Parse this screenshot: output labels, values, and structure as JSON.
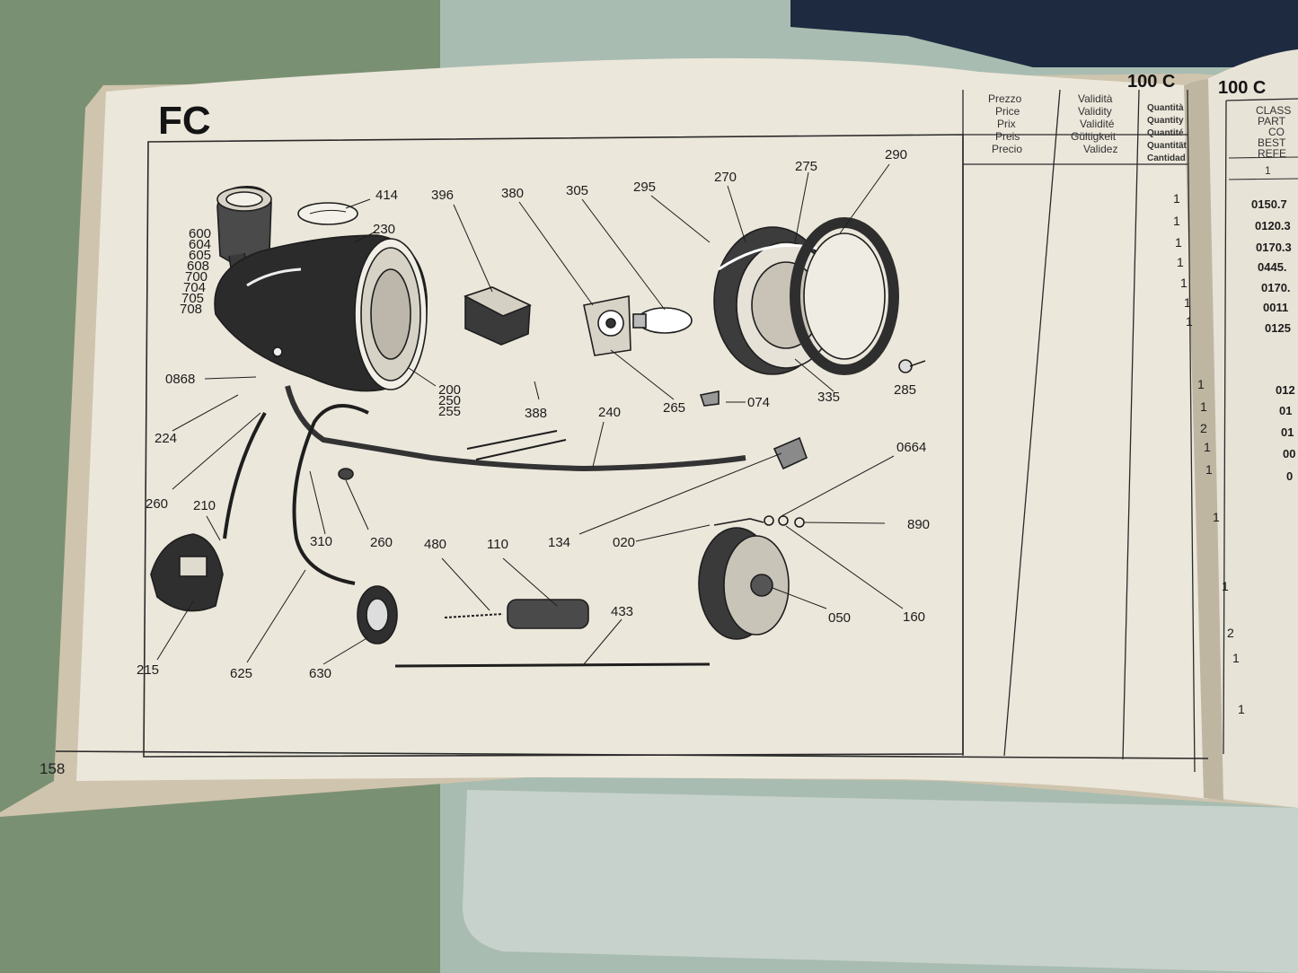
{
  "page": {
    "section_code": "FC",
    "model_left": "100 C",
    "model_right": "100 C",
    "page_number": "158"
  },
  "price_header": [
    "Prezzo",
    "Price",
    "Prix",
    "Preis",
    "Precio"
  ],
  "validity_header": [
    "Validità",
    "Validity",
    "Validité",
    "Gültigkeit",
    "Validez"
  ],
  "quantity_header": [
    "Quantità",
    "Quantity",
    "Quantité",
    "Quantität",
    "Cantidad"
  ],
  "class_header": [
    "CLASS",
    "PART",
    "CO",
    "BEST",
    "REFE"
  ],
  "class_col_number": "1",
  "quantities": [
    "1",
    "1",
    "1",
    "1",
    "1",
    "1",
    "1",
    "1",
    "1",
    "2",
    "1",
    "1",
    "1",
    "1",
    "2",
    "1",
    "1"
  ],
  "part_refs": [
    "0150.7",
    "0120.3",
    "0170.3",
    "0445.",
    "0170.",
    "0011",
    "0125",
    "012",
    "01",
    "01",
    "00",
    "0"
  ],
  "diagram_labels": {
    "l600": "600",
    "l604": "604",
    "l605": "605",
    "l608": "608",
    "l700": "700",
    "l704": "704",
    "l705": "705",
    "l708": "708",
    "l414": "414",
    "l230": "230",
    "l396": "396",
    "l380": "380",
    "l305": "305",
    "l295": "295",
    "l270": "270",
    "l275": "275",
    "l290": "290",
    "l0868": "0868",
    "l200": "200",
    "l250": "250",
    "l255": "255",
    "l388": "388",
    "l265": "265",
    "l074": "074",
    "l335": "335",
    "l285": "285",
    "l224": "224",
    "l240": "240",
    "l0664": "0664",
    "l260a": "260",
    "l210": "210",
    "l310": "310",
    "l260b": "260",
    "l480": "480",
    "l110": "110",
    "l134": "134",
    "l020": "020",
    "l890": "890",
    "l433": "433",
    "l050": "050",
    "l160": "160",
    "l215": "215",
    "l625": "625",
    "l630": "630"
  }
}
